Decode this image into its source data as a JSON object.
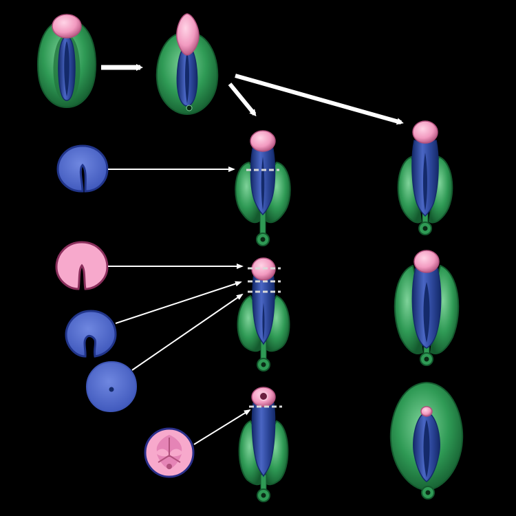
{
  "colors": {
    "background": "#000000",
    "swelling": "#2f9a55",
    "swelling_dark": "#145a2e",
    "swelling_light": "#7fd39a",
    "shaft": "#3350a8",
    "shaft_dark": "#142a6a",
    "shaft_light": "#8fa6ee",
    "glans": "#f29ac0",
    "glans_dark": "#b0507c",
    "section_blue": "#4f69cc",
    "section_blue_edge": "#21358a",
    "section_pink": "#f7a9cc",
    "section_pink_edge": "#8a2f5c",
    "arrow": "#ffffff",
    "cut_line": "#d9d9d9"
  },
  "stages": [
    "indifferent-stage",
    "early-differentiation-stage",
    "male-sequence-stage-1",
    "male-sequence-stage-2",
    "male-sequence-stage-3",
    "female-sequence-stage-1",
    "female-sequence-stage-2",
    "female-sequence-stage-3"
  ],
  "cross_sections": [
    "section-shaft-open-groove",
    "section-glans-open-groove",
    "section-shaft-closing-groove",
    "section-shaft-closed-urethra",
    "section-glans-closed-urethra"
  ]
}
